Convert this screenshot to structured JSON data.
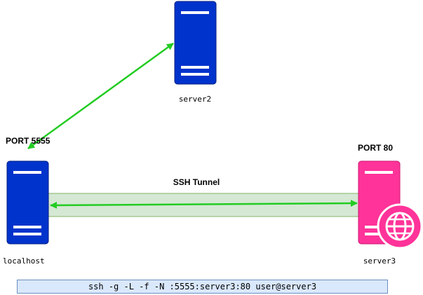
{
  "colors": {
    "server_blue": "#0033cc",
    "server_pink": "#ff3399",
    "arrow_green": "#22cc22",
    "tunnel_fill": "#d5e8d4",
    "tunnel_stroke": "#82b366",
    "cmd_fill": "#dae8fc",
    "cmd_stroke": "#6c8ebf"
  },
  "icons": {
    "server": "server-tower-icon",
    "web": "globe-icon"
  },
  "nodes": {
    "server2": {
      "label": "server2"
    },
    "localhost": {
      "label": "localhost",
      "port_label": "PORT 5555"
    },
    "server3": {
      "label": "server3",
      "port_label": "PORT 80"
    }
  },
  "tunnel": {
    "label": "SSH Tunnel"
  },
  "command": {
    "text": "ssh -g -L -f -N :5555:server3:80 user@server3"
  }
}
